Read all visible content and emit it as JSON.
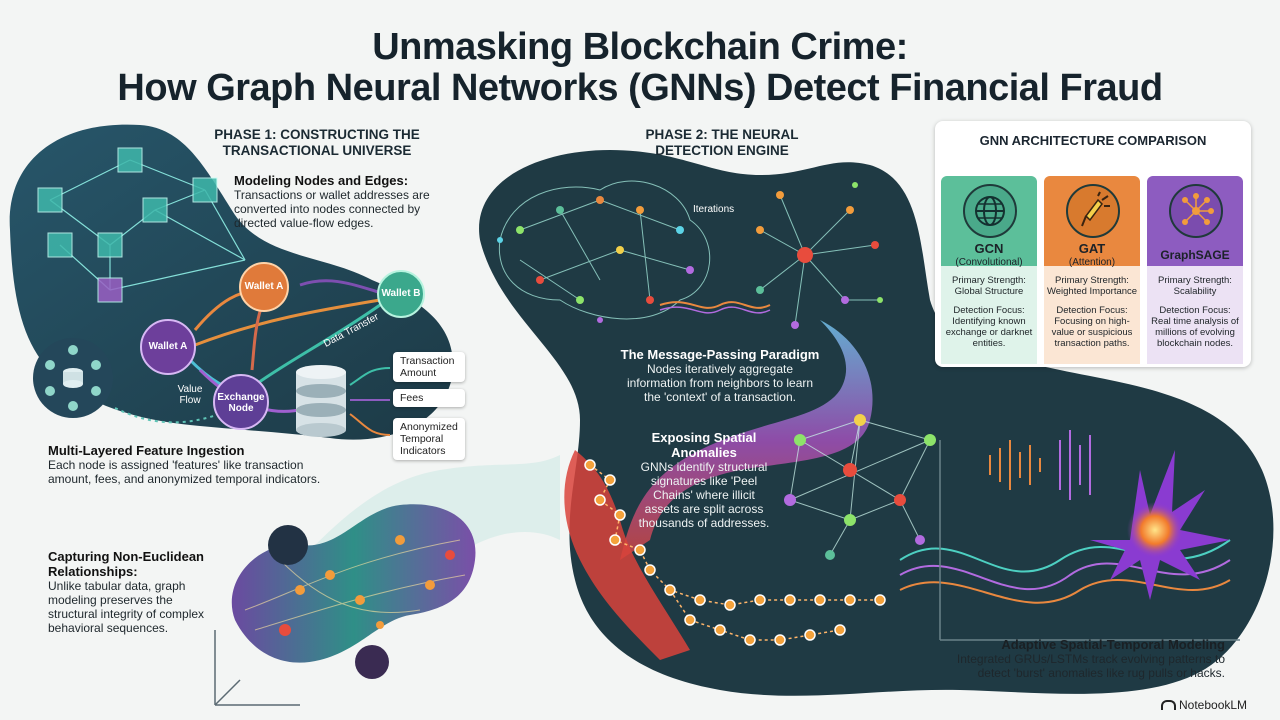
{
  "title": {
    "line1": "Unmasking Blockchain Crime:",
    "line2": "How Graph Neural Networks (GNNs) Detect Financial Fraud"
  },
  "phase1": {
    "heading": "PHASE 1: CONSTRUCTING THE TRANSACTIONAL UNIVERSE",
    "nodes_edges": {
      "title": "Modeling Nodes and Edges:",
      "body": "Transactions or wallet addresses are converted into nodes connected by directed value-flow edges."
    },
    "graph_labels": {
      "wallet_a_top": "Wallet A",
      "wallet_b": "Wallet B",
      "wallet_a_left": "Wallet A",
      "exchange_node": "Exchange Node",
      "value_flow": "Value Flow",
      "data_transfer": "Data Transfer"
    },
    "feature_cards": [
      "Transaction Amount",
      "Fees",
      "Anonymized Temporal Indicators"
    ],
    "feature_ingestion": {
      "title": "Multi-Layered Feature Ingestion",
      "body": "Each node is assigned 'features' like transaction amount, fees, and anonymized temporal indicators."
    },
    "non_euclidean": {
      "title": "Capturing Non-Euclidean Relationships:",
      "body": "Unlike tabular data, graph modeling preserves the structural integrity of complex behavioral sequences."
    }
  },
  "phase2": {
    "heading": "PHASE 2: THE NEURAL DETECTION ENGINE",
    "iterations_label": "Iterations",
    "message_passing": {
      "title": "The Message-Passing Paradigm",
      "body": "Nodes iteratively aggregate information from neighbors to learn the 'context' of a transaction."
    },
    "spatial": {
      "title": "Exposing Spatial Anomalies",
      "body": "GNNs identify structural signatures like 'Peel Chains' where illicit assets are split across thousands of addresses."
    },
    "temporal": {
      "title": "Adaptive Spatial-Temporal Modeling",
      "body": "Integrated GRUs/LSTMs track evolving patterns to detect 'burst' anomalies like rug pulls or hacks."
    }
  },
  "comparison": {
    "title": "GNN ARCHITECTURE COMPARISON",
    "columns": [
      {
        "name": "GCN",
        "sub": "(Convolutional)",
        "strength_label": "Primary Strength:",
        "strength": "Global Structure",
        "focus_label": "Detection Focus:",
        "focus": "Identifying known exchange or darknet entities.",
        "color": "#5cbf9a",
        "bg": "#dff3ea",
        "icon": "globe-icon"
      },
      {
        "name": "GAT",
        "sub": "(Attention)",
        "strength_label": "Primary Strength:",
        "strength": "Weighted Importance",
        "focus_label": "Detection Focus:",
        "focus": "Focusing on high-value or suspicious transaction paths.",
        "color": "#e9883f",
        "bg": "#fbe6d4",
        "icon": "spotlight-icon"
      },
      {
        "name": "GraphSAGE",
        "sub": "",
        "strength_label": "Primary Strength:",
        "strength": "Scalability",
        "focus_label": "Detection Focus:",
        "focus": "Real time analysis of millions of evolving blockchain nodes.",
        "color": "#8d5cc0",
        "bg": "#ece2f4",
        "icon": "network-icon"
      }
    ]
  },
  "brand": "NotebookLM",
  "colors": {
    "dark_blob": "#1f3a45",
    "teal": "#2a5d60",
    "orange": "#e9883f",
    "purple": "#8d5cc0",
    "green": "#5cbf9a"
  }
}
